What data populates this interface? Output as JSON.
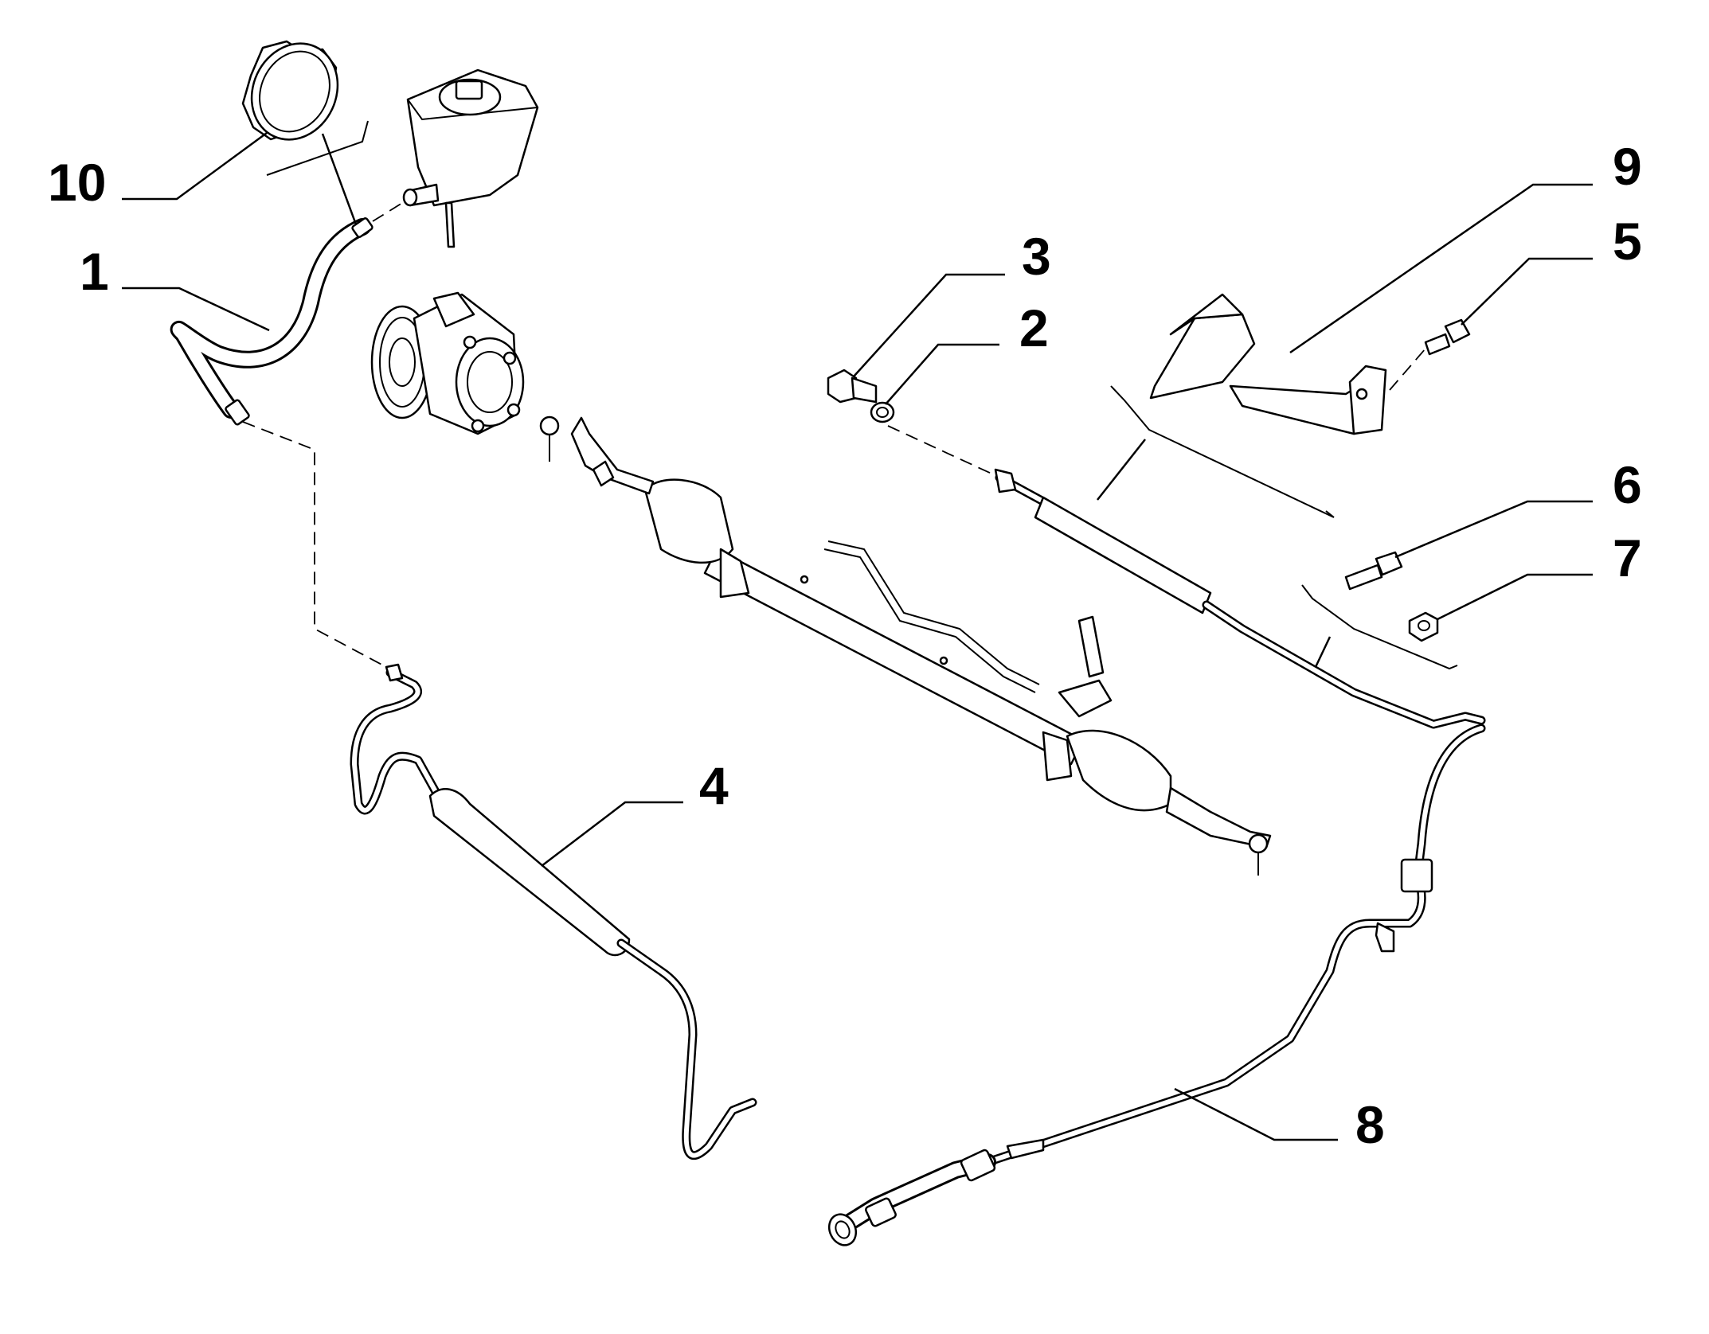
{
  "diagram": {
    "colors": {
      "line": "#000000",
      "background": "#ffffff"
    },
    "callouts": [
      {
        "id": "c10",
        "label": "10"
      },
      {
        "id": "c1",
        "label": "1"
      },
      {
        "id": "c3",
        "label": "3"
      },
      {
        "id": "c2",
        "label": "2"
      },
      {
        "id": "c9",
        "label": "9"
      },
      {
        "id": "c5",
        "label": "5"
      },
      {
        "id": "c6",
        "label": "6"
      },
      {
        "id": "c7",
        "label": "7"
      },
      {
        "id": "c4",
        "label": "4"
      },
      {
        "id": "c8",
        "label": "8"
      }
    ]
  }
}
